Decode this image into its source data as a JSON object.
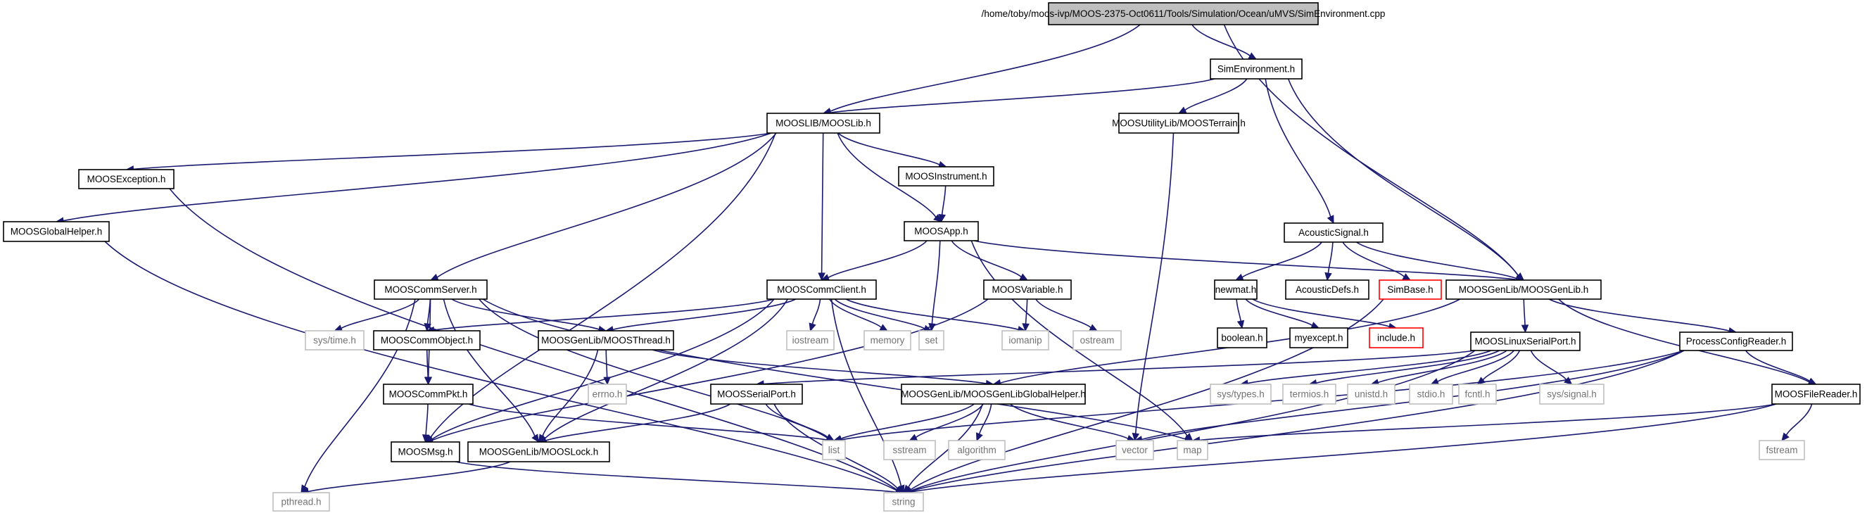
{
  "colors": {
    "edge": "#191970",
    "box_border": "#000000",
    "box_text": "#000000",
    "external_border": "#bfbfbf",
    "external_text": "#737373",
    "missing_border": "#ff0000",
    "root_fill": "#bfbfbf"
  },
  "nodes": [
    {
      "id": "root",
      "label": "/home/toby/moos-ivp/MOOS-2375-Oct0611/Tools/Simulation/Ocean/uMVS/SimEnvironment.cpp",
      "kind": "root"
    },
    {
      "id": "simenv",
      "label": "SimEnvironment.h",
      "kind": "header"
    },
    {
      "id": "mooslib",
      "label": "MOOSLIB/MOOSLib.h",
      "kind": "header"
    },
    {
      "id": "terrain",
      "label": "MOOSUtilityLib/MOOSTerrain.h",
      "kind": "header"
    },
    {
      "id": "genlib",
      "label": "MOOSGenLib/MOOSGenLib.h",
      "kind": "header"
    },
    {
      "id": "acoustic",
      "label": "AcousticSignal.h",
      "kind": "header"
    },
    {
      "id": "exception",
      "label": "MOOSException.h",
      "kind": "header"
    },
    {
      "id": "instrument",
      "label": "MOOSInstrument.h",
      "kind": "header"
    },
    {
      "id": "globalhelper",
      "label": "MOOSGlobalHelper.h",
      "kind": "header"
    },
    {
      "id": "moosapp",
      "label": "MOOSApp.h",
      "kind": "header"
    },
    {
      "id": "newmat",
      "label": "newmat.h",
      "kind": "header"
    },
    {
      "id": "acousticdefs",
      "label": "AcousticDefs.h",
      "kind": "header"
    },
    {
      "id": "simbase",
      "label": "SimBase.h",
      "kind": "missing"
    },
    {
      "id": "commserver",
      "label": "MOOSCommServer.h",
      "kind": "header"
    },
    {
      "id": "commclient",
      "label": "MOOSCommClient.h",
      "kind": "header"
    },
    {
      "id": "moosvariable",
      "label": "MOOSVariable.h",
      "kind": "header"
    },
    {
      "id": "boolean",
      "label": "boolean.h",
      "kind": "header"
    },
    {
      "id": "myexcept",
      "label": "myexcept.h",
      "kind": "header"
    },
    {
      "id": "include",
      "label": "include.h",
      "kind": "missing"
    },
    {
      "id": "linuxserial",
      "label": "MOOSLinuxSerialPort.h",
      "kind": "header"
    },
    {
      "id": "processconfig",
      "label": "ProcessConfigReader.h",
      "kind": "header"
    },
    {
      "id": "systime",
      "label": "sys/time.h",
      "kind": "external"
    },
    {
      "id": "commobject",
      "label": "MOOSCommObject.h",
      "kind": "header"
    },
    {
      "id": "moosthread",
      "label": "MOOSGenLib/MOOSThread.h",
      "kind": "header"
    },
    {
      "id": "iostream",
      "label": "iostream",
      "kind": "external"
    },
    {
      "id": "memory",
      "label": "memory",
      "kind": "external"
    },
    {
      "id": "set",
      "label": "set",
      "kind": "external"
    },
    {
      "id": "iomanip",
      "label": "iomanip",
      "kind": "external"
    },
    {
      "id": "ostream",
      "label": "ostream",
      "kind": "external"
    },
    {
      "id": "commpkt",
      "label": "MOOSCommPkt.h",
      "kind": "header"
    },
    {
      "id": "errno",
      "label": "errno.h",
      "kind": "external"
    },
    {
      "id": "serialport",
      "label": "MOOSSerialPort.h",
      "kind": "header"
    },
    {
      "id": "genlibhelper",
      "label": "MOOSGenLib/MOOSGenLibGlobalHelper.h",
      "kind": "header"
    },
    {
      "id": "systypes",
      "label": "sys/types.h",
      "kind": "external"
    },
    {
      "id": "termios",
      "label": "termios.h",
      "kind": "external"
    },
    {
      "id": "unistd",
      "label": "unistd.h",
      "kind": "external"
    },
    {
      "id": "stdio",
      "label": "stdio.h",
      "kind": "external"
    },
    {
      "id": "fcntl",
      "label": "fcntl.h",
      "kind": "external"
    },
    {
      "id": "syssignal",
      "label": "sys/signal.h",
      "kind": "external"
    },
    {
      "id": "filereader",
      "label": "MOOSFileReader.h",
      "kind": "header"
    },
    {
      "id": "moosmsg",
      "label": "MOOSMsg.h",
      "kind": "header"
    },
    {
      "id": "mooslock",
      "label": "MOOSGenLib/MOOSLock.h",
      "kind": "header"
    },
    {
      "id": "list",
      "label": "list",
      "kind": "external"
    },
    {
      "id": "sstream",
      "label": "sstream",
      "kind": "external"
    },
    {
      "id": "algorithm",
      "label": "algorithm",
      "kind": "external"
    },
    {
      "id": "vector",
      "label": "vector",
      "kind": "external"
    },
    {
      "id": "map",
      "label": "map",
      "kind": "external"
    },
    {
      "id": "fstream",
      "label": "fstream",
      "kind": "external"
    },
    {
      "id": "pthread",
      "label": "pthread.h",
      "kind": "external"
    },
    {
      "id": "string",
      "label": "string",
      "kind": "external"
    }
  ],
  "edges": [
    [
      "root",
      "simenv"
    ],
    [
      "root",
      "mooslib"
    ],
    [
      "root",
      "genlib"
    ],
    [
      "simenv",
      "mooslib"
    ],
    [
      "simenv",
      "terrain"
    ],
    [
      "simenv",
      "genlib"
    ],
    [
      "simenv",
      "acoustic"
    ],
    [
      "mooslib",
      "exception"
    ],
    [
      "mooslib",
      "instrument"
    ],
    [
      "mooslib",
      "globalhelper"
    ],
    [
      "mooslib",
      "moosapp"
    ],
    [
      "mooslib",
      "commserver"
    ],
    [
      "mooslib",
      "commclient"
    ],
    [
      "mooslib",
      "moosmsg"
    ],
    [
      "terrain",
      "vector"
    ],
    [
      "acoustic",
      "newmat"
    ],
    [
      "acoustic",
      "acousticdefs"
    ],
    [
      "acoustic",
      "simbase"
    ],
    [
      "acoustic",
      "genlib"
    ],
    [
      "exception",
      "string"
    ],
    [
      "instrument",
      "moosapp"
    ],
    [
      "globalhelper",
      "string"
    ],
    [
      "moosapp",
      "commclient"
    ],
    [
      "moosapp",
      "moosvariable"
    ],
    [
      "moosapp",
      "set"
    ],
    [
      "moosapp",
      "map"
    ],
    [
      "moosapp",
      "genlib"
    ],
    [
      "newmat",
      "boolean"
    ],
    [
      "newmat",
      "myexcept"
    ],
    [
      "newmat",
      "include"
    ],
    [
      "simbase",
      "string"
    ],
    [
      "genlib",
      "linuxserial"
    ],
    [
      "genlib",
      "processconfig"
    ],
    [
      "genlib",
      "filereader"
    ],
    [
      "genlib",
      "genlibhelper"
    ],
    [
      "commserver",
      "systime"
    ],
    [
      "commserver",
      "commobject"
    ],
    [
      "commserver",
      "moosthread"
    ],
    [
      "commserver",
      "commpkt"
    ],
    [
      "commserver",
      "pthread"
    ],
    [
      "commserver",
      "mooslock"
    ],
    [
      "commserver",
      "list"
    ],
    [
      "commserver",
      "map"
    ],
    [
      "commclient",
      "commobject"
    ],
    [
      "commclient",
      "moosthread"
    ],
    [
      "commclient",
      "iostream"
    ],
    [
      "commclient",
      "memory"
    ],
    [
      "commclient",
      "set"
    ],
    [
      "commclient",
      "iomanip"
    ],
    [
      "commclient",
      "string"
    ],
    [
      "commclient",
      "mooslock"
    ],
    [
      "commclient",
      "moosmsg"
    ],
    [
      "moosvariable",
      "iomanip"
    ],
    [
      "moosvariable",
      "ostream"
    ],
    [
      "moosvariable",
      "moosmsg"
    ],
    [
      "linuxserial",
      "serialport"
    ],
    [
      "linuxserial",
      "systypes"
    ],
    [
      "linuxserial",
      "termios"
    ],
    [
      "linuxserial",
      "unistd"
    ],
    [
      "linuxserial",
      "stdio"
    ],
    [
      "linuxserial",
      "fcntl"
    ],
    [
      "linuxserial",
      "syssignal"
    ],
    [
      "linuxserial",
      "string"
    ],
    [
      "processconfig",
      "filereader"
    ],
    [
      "processconfig",
      "list"
    ],
    [
      "processconfig",
      "vector"
    ],
    [
      "processconfig",
      "string"
    ],
    [
      "commobject",
      "commpkt"
    ],
    [
      "moosthread",
      "errno"
    ],
    [
      "moosthread",
      "mooslock"
    ],
    [
      "moosthread",
      "genlibhelper"
    ],
    [
      "commpkt",
      "moosmsg"
    ],
    [
      "commpkt",
      "list"
    ],
    [
      "serialport",
      "mooslock"
    ],
    [
      "serialport",
      "list"
    ],
    [
      "serialport",
      "string"
    ],
    [
      "genlibhelper",
      "list"
    ],
    [
      "genlibhelper",
      "sstream"
    ],
    [
      "genlibhelper",
      "algorithm"
    ],
    [
      "genlibhelper",
      "vector"
    ],
    [
      "genlibhelper",
      "string"
    ],
    [
      "filereader",
      "fstream"
    ],
    [
      "filereader",
      "map"
    ],
    [
      "filereader",
      "string"
    ],
    [
      "moosmsg",
      "string"
    ],
    [
      "mooslock",
      "pthread"
    ]
  ]
}
